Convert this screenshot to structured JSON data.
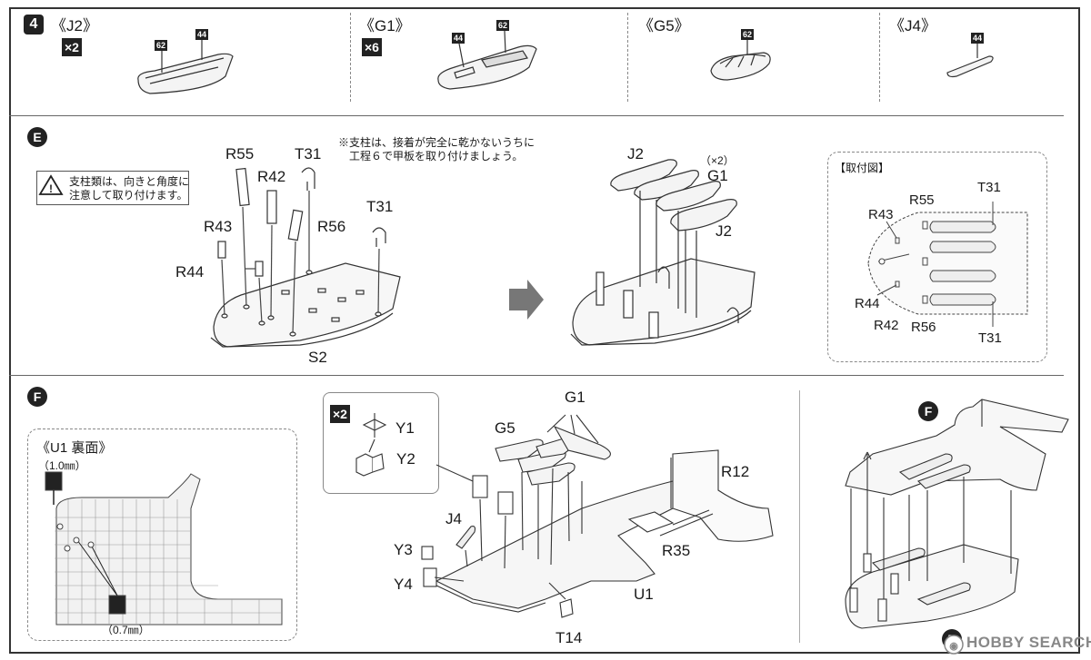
{
  "step4": {
    "number": "4",
    "boats": [
      {
        "label": "《J2》",
        "mult": "×2",
        "badges": [
          "62",
          "44"
        ]
      },
      {
        "label": "《G1》",
        "mult": "×6",
        "badges": [
          "44",
          "62"
        ]
      },
      {
        "label": "《G5》",
        "badges": [
          "62"
        ]
      },
      {
        "label": "《J4》",
        "badges": [
          "44"
        ]
      }
    ]
  },
  "stepE": {
    "marker": "E",
    "note_line1": "※支柱は、接着が完全に乾かないうちに",
    "note_line2": "工程６で甲板を取り付けましょう。",
    "warning_line1": "支柱類は、向きと角度に",
    "warning_line2": "注意して取り付けます。",
    "parts": [
      "R55",
      "T31",
      "R42",
      "R56",
      "R43",
      "T31",
      "R44"
    ],
    "base_label": "S2",
    "right_labels": {
      "j2_top": "J2",
      "g1_mult": "（×2）",
      "g1": "G1",
      "j2_bottom": "J2"
    },
    "mounting": {
      "title": "【取付図】",
      "labels": [
        "R55",
        "T31",
        "R43",
        "R44",
        "R42",
        "R56",
        "T31"
      ]
    }
  },
  "stepF": {
    "marker": "F",
    "u1_title": "《U1 裏面》",
    "drill_1": "（1.0㎜）",
    "drill_2": "（0.7㎜）",
    "inset_mult": "×2",
    "inset_labels": [
      "Y1",
      "Y2"
    ],
    "labels": {
      "g1": "G1",
      "g5": "G5",
      "j4": "J4",
      "y3": "Y3",
      "y4": "Y4",
      "r12": "R12",
      "r35": "R35",
      "u1": "U1",
      "t14": "T14"
    },
    "bottom_marker": "E"
  },
  "watermark": {
    "brand": "HOBBY SEARCH"
  }
}
